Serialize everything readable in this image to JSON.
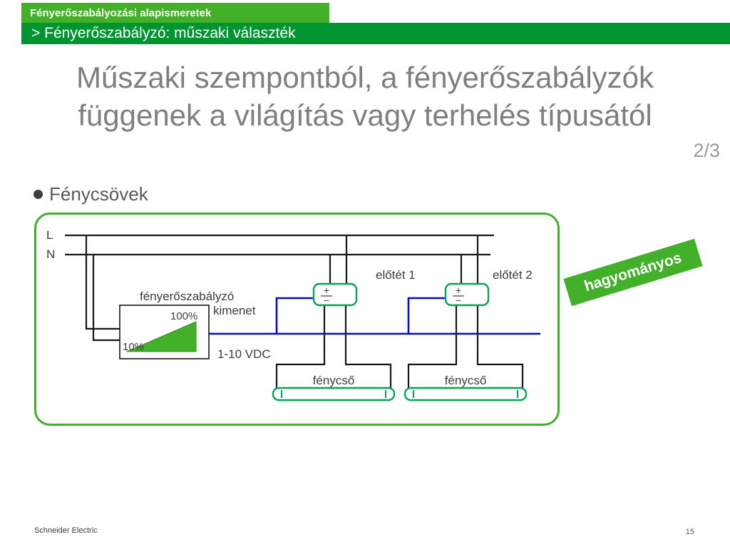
{
  "slide": {
    "kicker": "Fényerőszabályozási alapismeretek",
    "breadcrumb": "> Fényerőszabályzó: műszaki választék",
    "title_line1": "Műszaki szempontból, a fényerőszabályzók",
    "title_line2": "függenek a világítás vagy terhelés típusától",
    "page_fraction": "2/3",
    "bullet_label": "Fénycsövek",
    "footer": "Schneider Electric",
    "page_number": "15"
  },
  "diagram": {
    "banner": "hagyományos",
    "labels": {
      "l": "L",
      "n": "N",
      "dimmer": "fényerőszabályzó",
      "kimenet": "kimenet",
      "pct100": "100%",
      "pct10": "10%",
      "vdc": "1-10 VDC",
      "ballast1": "előtét 1",
      "ballast2": "előtét 2",
      "plus": "+",
      "minus": "−",
      "tube1": "fénycső",
      "tube2": "fénycső"
    },
    "colors": {
      "bright_green": "#43b02a",
      "dark_green": "#009530",
      "component_green": "#00a651",
      "wire_blue": "#0a0acc",
      "title_gray": "#7f7f7f"
    }
  }
}
